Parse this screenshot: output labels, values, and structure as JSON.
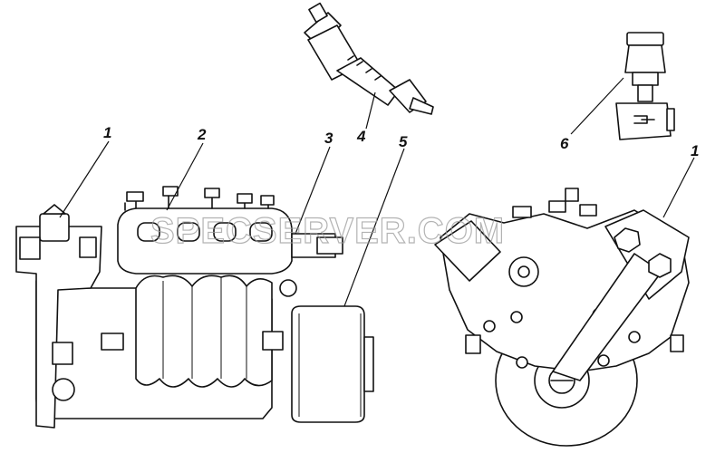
{
  "watermark": "SPECSERVER.COM",
  "callouts": [
    {
      "id": "c1a",
      "text": "1"
    },
    {
      "id": "c2",
      "text": "2"
    },
    {
      "id": "c3",
      "text": "3"
    },
    {
      "id": "c4",
      "text": "4"
    },
    {
      "id": "c5",
      "text": "5"
    },
    {
      "id": "c6",
      "text": "6"
    },
    {
      "id": "c1b",
      "text": "1"
    }
  ]
}
